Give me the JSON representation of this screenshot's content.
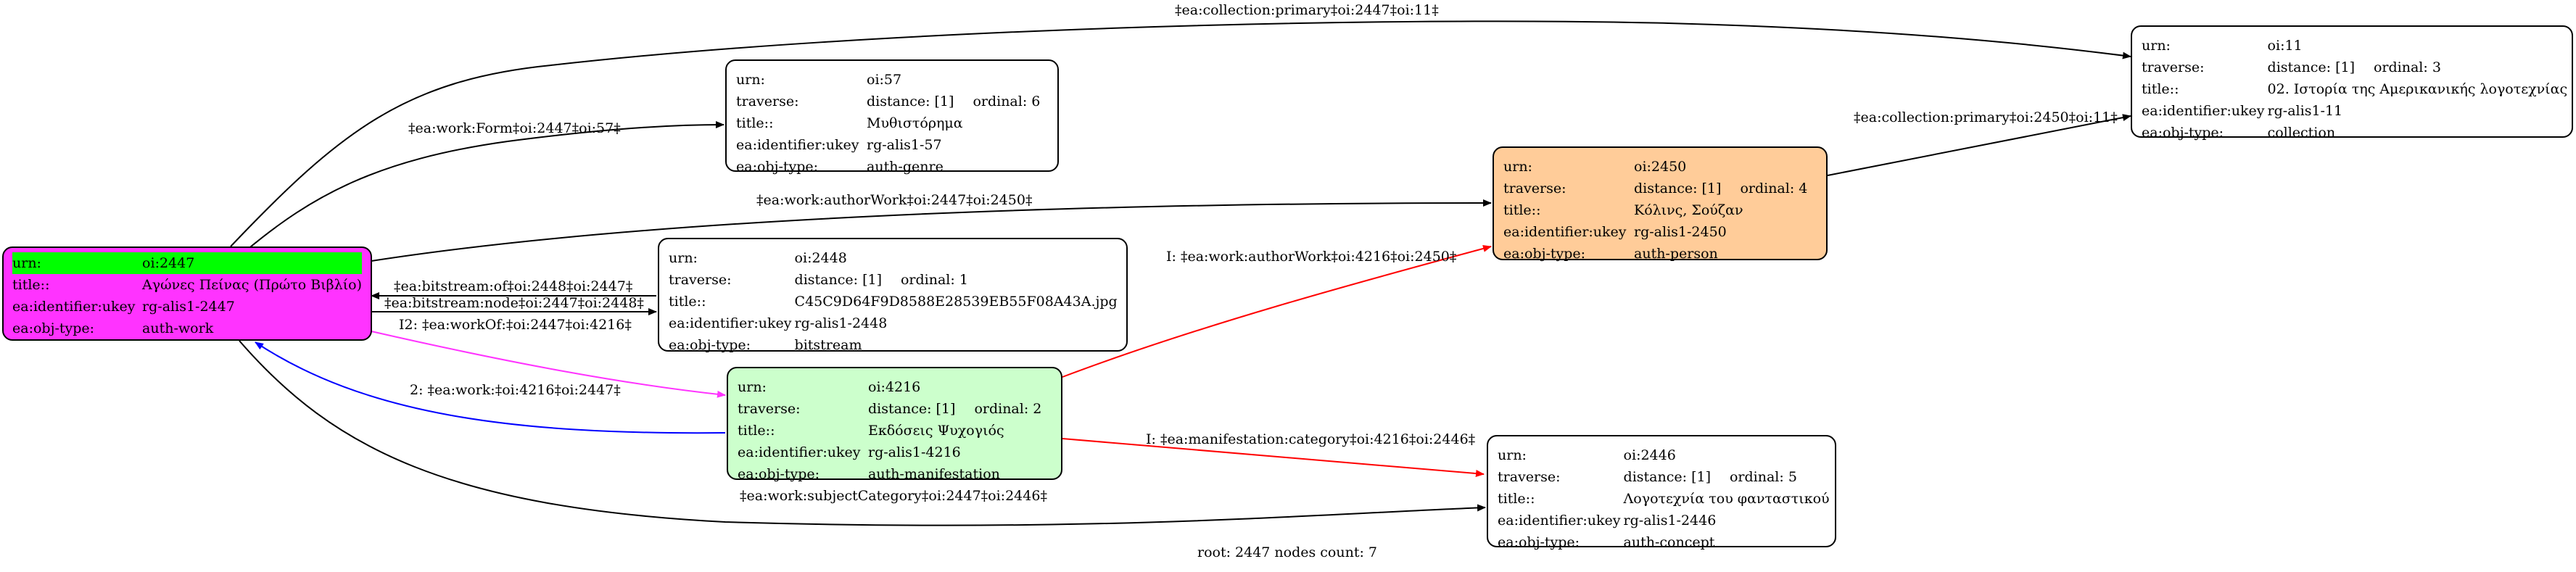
{
  "nodes": {
    "n2447": {
      "urn_k": "urn:",
      "urn_v": "oi:2447",
      "title_k": "title::",
      "title_v": "Αγώνες Πείνας (Πρώτο Βιβλίο)",
      "ukey_k": "ea:identifier:ukey",
      "ukey_v": "rg-alis1-2447",
      "type_k": "ea:obj-type:",
      "type_v": "auth-work",
      "fill": "#ff33ff"
    },
    "n57": {
      "urn_k": "urn:",
      "urn_v": "oi:57",
      "trav_k": "traverse:",
      "trav_d": "distance: [1]",
      "trav_o": "ordinal: 6",
      "title_k": "title::",
      "title_v": "Μυθιστόρημα",
      "ukey_k": "ea:identifier:ukey",
      "ukey_v": "rg-alis1-57",
      "type_k": "ea:obj-type:",
      "type_v": "auth-genre",
      "fill": "#ffffff"
    },
    "n11": {
      "urn_k": "urn:",
      "urn_v": "oi:11",
      "trav_k": "traverse:",
      "trav_d": "distance: [1]",
      "trav_o": "ordinal: 3",
      "title_k": "title::",
      "title_v": "02. Ιστορία της Αμερικανικής λογοτεχνίας",
      "ukey_k": "ea:identifier:ukey",
      "ukey_v": "rg-alis1-11",
      "type_k": "ea:obj-type:",
      "type_v": "collection",
      "fill": "#ffffff"
    },
    "n2450": {
      "urn_k": "urn:",
      "urn_v": "oi:2450",
      "trav_k": "traverse:",
      "trav_d": "distance: [1]",
      "trav_o": "ordinal: 4",
      "title_k": "title::",
      "title_v": "Κόλινς, Σούζαν",
      "ukey_k": "ea:identifier:ukey",
      "ukey_v": "rg-alis1-2450",
      "type_k": "ea:obj-type:",
      "type_v": "auth-person",
      "fill": "#ffcc99"
    },
    "n2448": {
      "urn_k": "urn:",
      "urn_v": "oi:2448",
      "trav_k": "traverse:",
      "trav_d": "distance: [1]",
      "trav_o": "ordinal: 1",
      "title_k": "title::",
      "title_v": "C45C9D64F9D8588E28539EB55F08A43A.jpg",
      "ukey_k": "ea:identifier:ukey",
      "ukey_v": "rg-alis1-2448",
      "type_k": "ea:obj-type:",
      "type_v": "bitstream",
      "fill": "#ffffff"
    },
    "n4216": {
      "urn_k": "urn:",
      "urn_v": "oi:4216",
      "trav_k": "traverse:",
      "trav_d": "distance: [1]",
      "trav_o": "ordinal: 2",
      "title_k": "title::",
      "title_v": "Εκδόσεις Ψυχογιός",
      "ukey_k": "ea:identifier:ukey",
      "ukey_v": "rg-alis1-4216",
      "type_k": "ea:obj-type:",
      "type_v": "auth-manifestation",
      "fill": "#ccffcc"
    },
    "n2446": {
      "urn_k": "urn:",
      "urn_v": "oi:2446",
      "trav_k": "traverse:",
      "trav_d": "distance: [1]",
      "trav_o": "ordinal: 5",
      "title_k": "title::",
      "title_v": "Λογοτεχνία του φανταστικού",
      "ukey_k": "ea:identifier:ukey",
      "ukey_v": "rg-alis1-2446",
      "type_k": "ea:obj-type:",
      "type_v": "auth-concept",
      "fill": "#ffffff"
    }
  },
  "edges": {
    "coll_11": "‡ea:collection:primary‡oi:2447‡oi:11‡",
    "form_57": "‡ea:work:Form‡oi:2447‡oi:57‡",
    "coll_2450_11": "‡ea:collection:primary‡oi:2450‡oi:11‡",
    "author_2450": "‡ea:work:authorWork‡oi:2447‡oi:2450‡",
    "bitstream_of": "‡ea:bitstream:of‡oi:2448‡oi:2447‡",
    "bitstream_node": "‡ea:bitstream:node‡oi:2447‡oi:2448‡",
    "workof_4216": "I2: ‡ea:workOf:‡oi:2447‡oi:4216‡",
    "author_4216_2450": "I: ‡ea:work:authorWork‡oi:4216‡oi:2450‡",
    "work_4216_2447": "2: ‡ea:work:‡oi:4216‡oi:2447‡",
    "manif_4216_2446": "I: ‡ea:manifestation:category‡oi:4216‡oi:2446‡",
    "subject_2446": "‡ea:work:subjectCategory‡oi:2447‡oi:2446‡"
  },
  "colors": {
    "edge_default": "#000000",
    "edge_red": "#ff0000",
    "edge_blue": "#0000ff",
    "edge_magenta": "#ff33ff",
    "highlight": "#00ff00"
  },
  "footer": "root: 2447 nodes count: 7"
}
